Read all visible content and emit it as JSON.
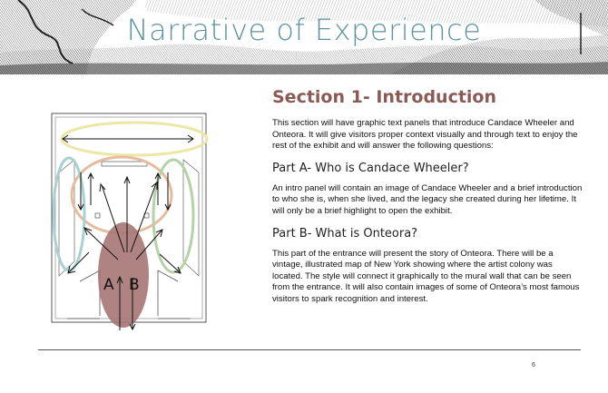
{
  "banner": {
    "title": "Narrative of Experience"
  },
  "section": {
    "title": "Section 1- Introduction",
    "intro": "This section will have graphic text panels that introduce Candace Wheeler and Onteora.  It will give visitors proper context visually and through text to enjoy the rest of the exhibit and will answer the following questions:"
  },
  "parts": [
    {
      "title": "Part A- Who is Candace Wheeler?",
      "body": "An intro panel will contain an image of Candace Wheeler and a brief introduction to who she is, when she lived, and the legacy she created during her lifetime. It will only be a brief highlight to open the exhibit."
    },
    {
      "title": "Part B- What is Onteora?",
      "body": "This part of the entrance will present the story of Onteora.  There will be a vintage, illustrated map of New York showing where the artist colony was located.  The style will connect it graphically to the mural wall that can be seen from the entrance. It will also contain images of some of Onteora’s most famous visitors to spark recognition and interest."
    }
  ],
  "plan": {
    "label_a": "A",
    "label_b": "B"
  },
  "colors": {
    "title_teal": "#5e93a0",
    "heading_brown": "#8a5a57",
    "ellipse_yellow": "#ece7a6",
    "ellipse_orange": "#e7bc9e",
    "ellipse_blue": "#a9d0d2",
    "ellipse_green": "#b4d2a5",
    "entrance_mauve": "#a67674"
  },
  "page_number": "6"
}
